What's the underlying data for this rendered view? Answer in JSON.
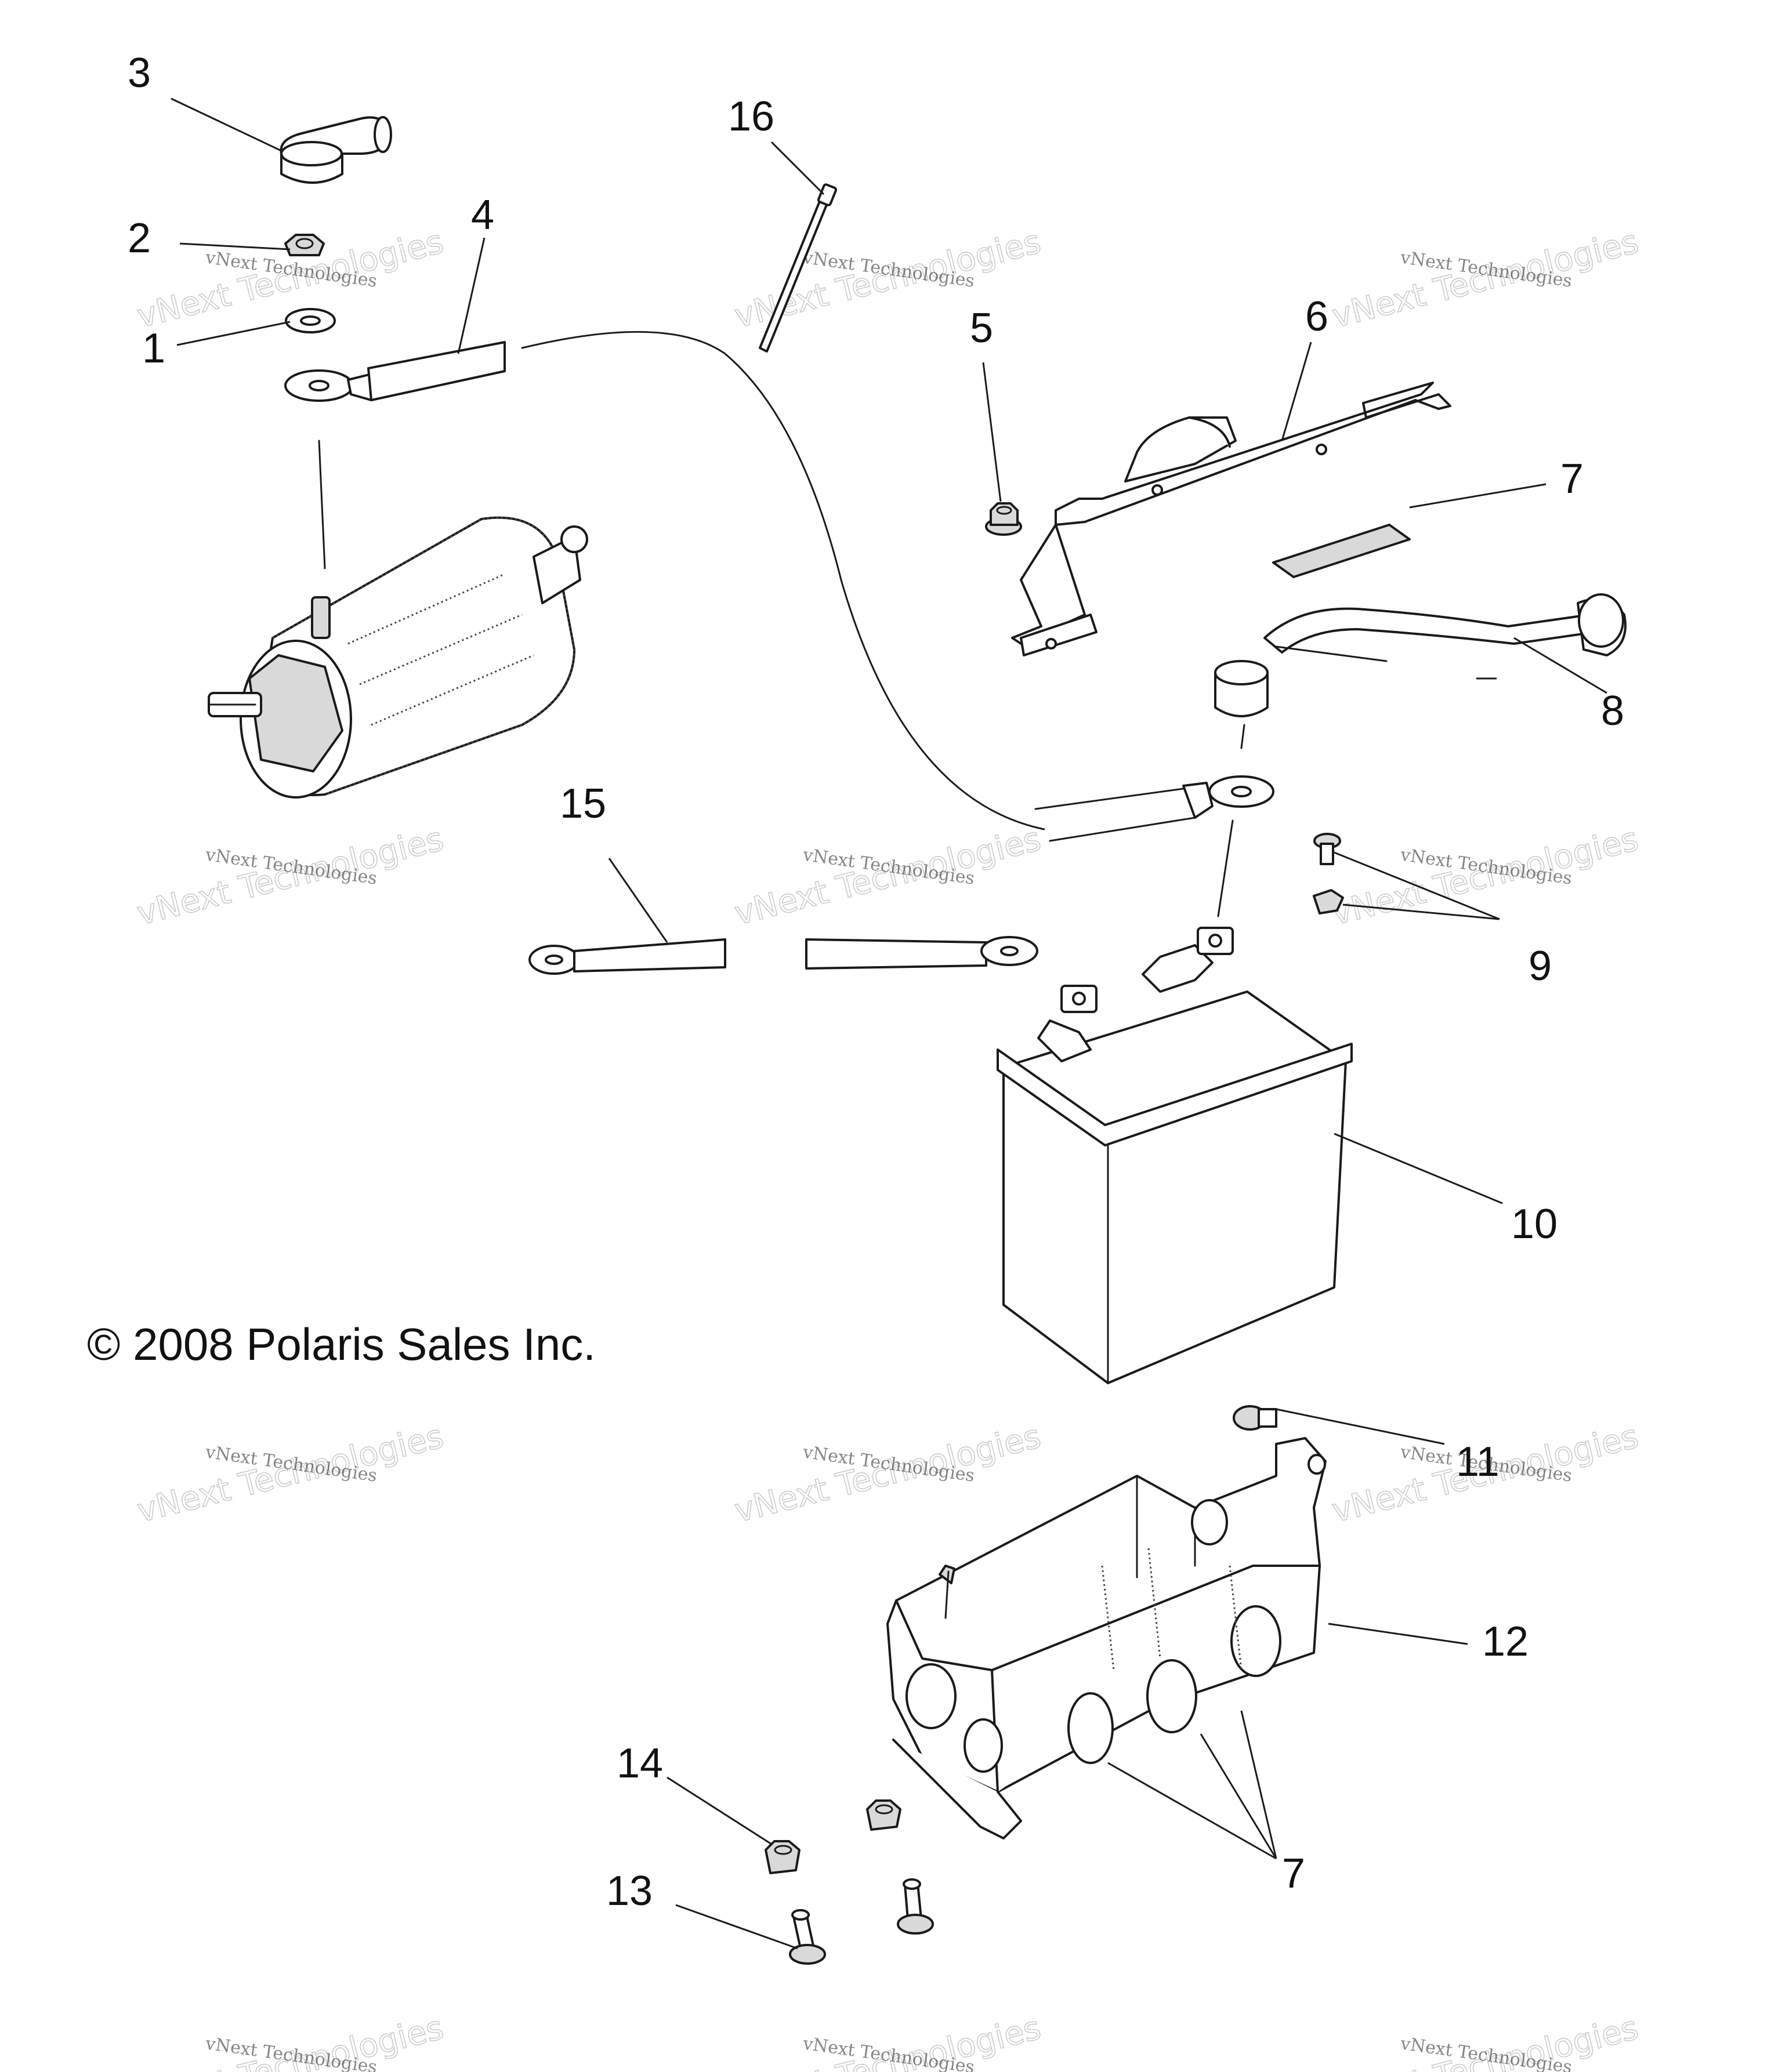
{
  "copyright": "© 2008 Polaris Sales Inc.",
  "watermark": {
    "line1": "vNext Technologies",
    "line2": "vNext Technologies"
  },
  "callouts": [
    {
      "id": "c1",
      "label": "1"
    },
    {
      "id": "c2",
      "label": "2"
    },
    {
      "id": "c3",
      "label": "3"
    },
    {
      "id": "c4",
      "label": "4"
    },
    {
      "id": "c5",
      "label": "5"
    },
    {
      "id": "c6",
      "label": "6"
    },
    {
      "id": "c7a",
      "label": "7"
    },
    {
      "id": "c7b",
      "label": "7"
    },
    {
      "id": "c8",
      "label": "8"
    },
    {
      "id": "c9",
      "label": "9"
    },
    {
      "id": "c10",
      "label": "10"
    },
    {
      "id": "c11",
      "label": "11"
    },
    {
      "id": "c12",
      "label": "12"
    },
    {
      "id": "c13",
      "label": "13"
    },
    {
      "id": "c14",
      "label": "14"
    },
    {
      "id": "c15",
      "label": "15"
    },
    {
      "id": "c16",
      "label": "16"
    }
  ]
}
